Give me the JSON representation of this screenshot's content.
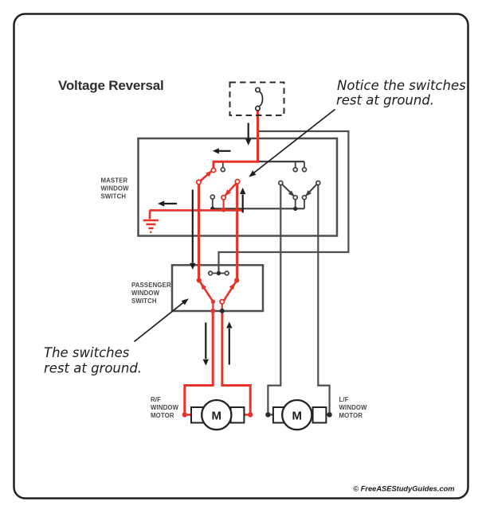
{
  "title": "Voltage Reversal",
  "annotations": {
    "top": [
      "Notice the switches",
      "rest at ground."
    ],
    "bottom": [
      "The switches",
      "rest at ground."
    ]
  },
  "labels": {
    "master_switch": [
      "MASTER",
      "WINDOW",
      "SWITCH"
    ],
    "passenger_switch": [
      "PASSENGER",
      "WINDOW",
      "SWITCH"
    ],
    "rf_motor": [
      "R/F",
      "WINDOW",
      "MOTOR"
    ],
    "lf_motor": [
      "L/F",
      "WINDOW",
      "MOTOR"
    ],
    "motor_symbol": "M"
  },
  "footer": {
    "copyright": "© FreeASEStudyGuides.com"
  },
  "colors": {
    "active_circuit": "#e6332a",
    "inactive_circuit": "#4d4e50",
    "switch_detail": "#3f4042",
    "arrows_text": "#1d1d1f",
    "label_text": "#474749",
    "frame": "#231f20",
    "background": "#ffffff"
  },
  "diagram": {
    "type": "automotive-power-window-wiring-diagram",
    "components": [
      "circuit-breaker",
      "master-window-switch",
      "passenger-window-switch",
      "ground",
      "rf-window-motor",
      "lf-window-motor"
    ]
  }
}
